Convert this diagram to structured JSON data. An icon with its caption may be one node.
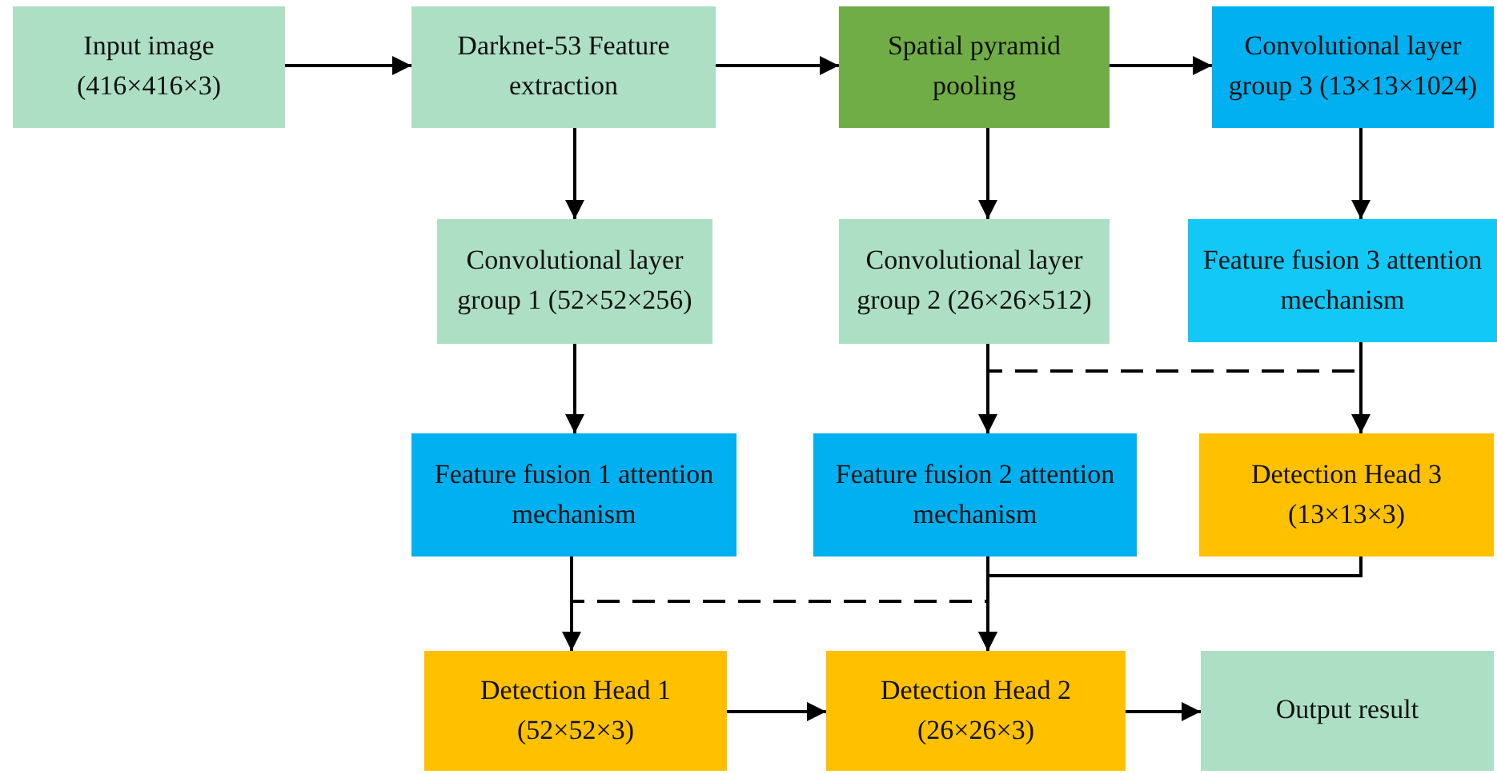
{
  "diagram": {
    "nodes": [
      {
        "text": [
          "Input image (416×416×3)"
        ]
      },
      {
        "text": [
          "Darknet-53 Feature extraction"
        ]
      },
      {
        "text": [
          "Spatial pyramid pooling"
        ]
      },
      {
        "text": [
          "Convolutional layer group 3 (13×13×1024)"
        ]
      },
      {
        "text": [
          "Convolutional layer group 1 (52×52×256)"
        ]
      },
      {
        "text": [
          "Convolutional layer group 2 (26×26×512)"
        ]
      },
      {
        "text": [
          "Feature fusion 3 attention mechanism"
        ]
      },
      {
        "text": [
          "Feature fusion 1 attention mechanism"
        ]
      },
      {
        "text": [
          "Feature fusion 2 attention mechanism"
        ]
      },
      {
        "text": [
          "Detection Head 3 (13×13×3)"
        ]
      },
      {
        "text": [
          "Detection Head 1 (52×52×3)"
        ]
      },
      {
        "text": [
          "Detection Head 2 (26×26×3)"
        ]
      },
      {
        "text": [
          "Output result"
        ]
      }
    ],
    "edges": [
      {
        "from": 0,
        "to": 1,
        "arrow": "to"
      },
      {
        "from": 1,
        "to": 2,
        "arrow": "to"
      },
      {
        "from": 2,
        "to": 3,
        "arrow": "to"
      },
      {
        "from": 1,
        "to": 4,
        "arrow": "to"
      },
      {
        "from": 2,
        "to": 5,
        "arrow": "to"
      },
      {
        "from": 3,
        "to": 6,
        "arrow": "to"
      },
      {
        "from": 4,
        "to": 7,
        "arrow": "to"
      },
      {
        "from": 5,
        "to": 8,
        "arrow": "to"
      },
      {
        "from": 6,
        "to": 9,
        "arrow": "to"
      },
      {
        "from": 7,
        "to": 10,
        "arrow": "to"
      },
      {
        "from": 8,
        "to": 11,
        "arrow": "to"
      },
      {
        "from": 9,
        "to": 11,
        "arrow": "to"
      },
      {
        "from": 10,
        "to": 11,
        "arrow": "to"
      },
      {
        "from": 11,
        "to": 12,
        "arrow": "to"
      },
      {
        "from": 6,
        "to": 8,
        "arrow": "none",
        "style": "dashed"
      },
      {
        "from": 7,
        "to": 11,
        "arrow": "none",
        "style": "dashed"
      }
    ]
  }
}
